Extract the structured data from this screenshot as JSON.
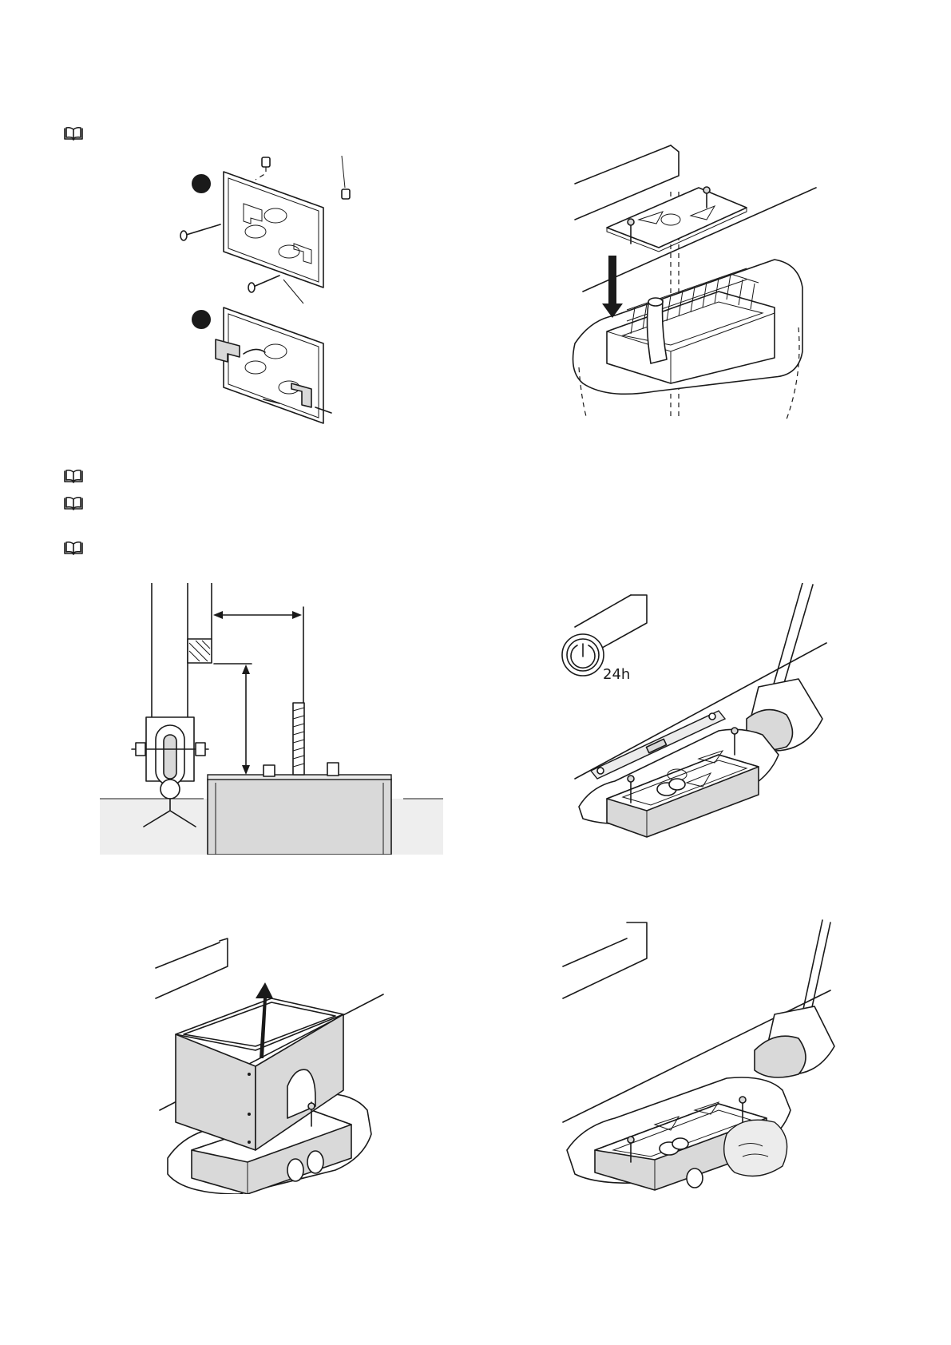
{
  "page": {
    "reference_icon": "open-book-icon",
    "timer_label": "24h",
    "colors": {
      "line": "#1a1a1a",
      "fill_gray": "#d9d9d9",
      "background": "#ffffff"
    }
  },
  "figures": [
    {
      "id": "fig-plate-assembly",
      "icon": "mounting-plate-icon"
    },
    {
      "id": "fig-cage-insertion",
      "icon": "foundation-cage-icon"
    },
    {
      "id": "fig-height-measurement",
      "icon": "measurement-diagram-icon"
    },
    {
      "id": "fig-concrete-pouring",
      "icon": "shovel-icon"
    },
    {
      "id": "fig-formwork-removal",
      "icon": "formwork-box-icon"
    },
    {
      "id": "fig-backfill",
      "icon": "shovel-icon"
    }
  ]
}
